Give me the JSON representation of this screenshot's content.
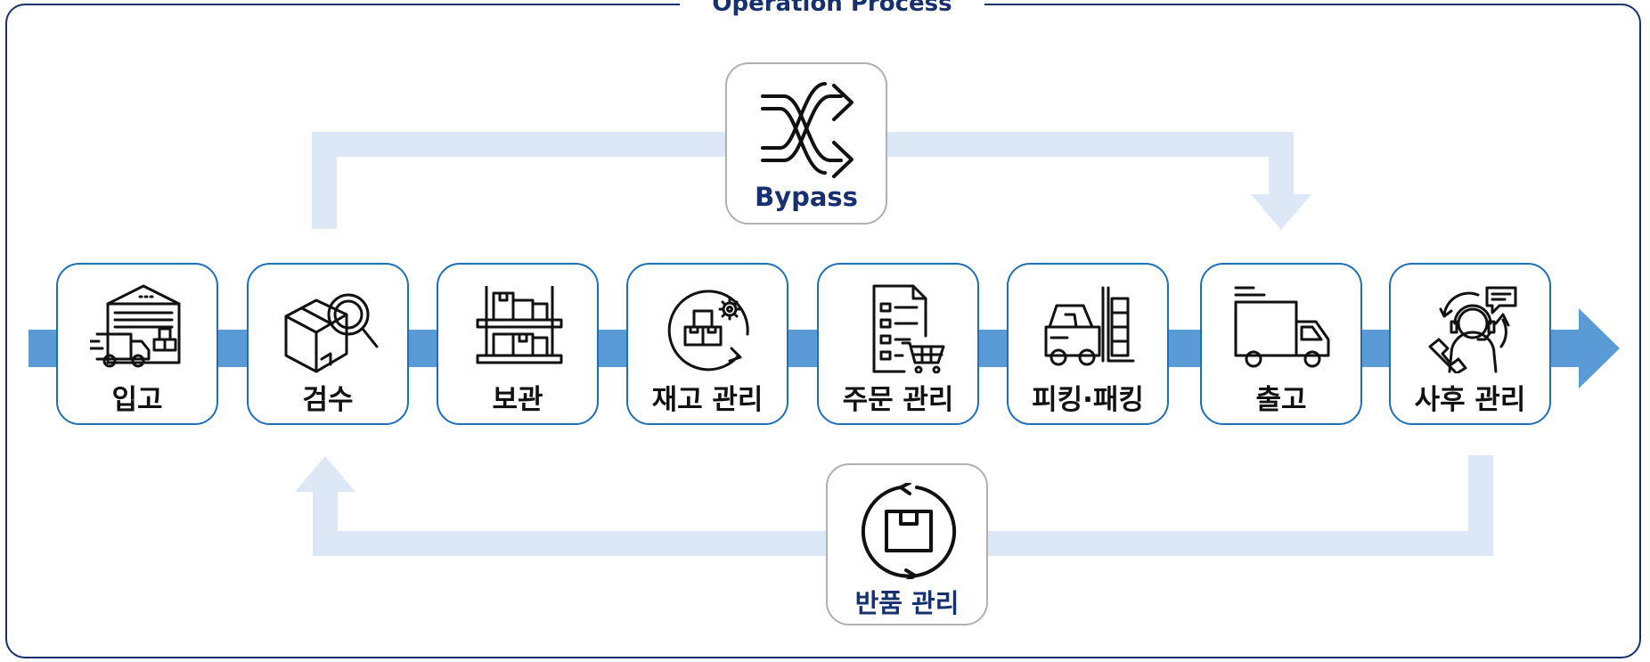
{
  "title": "Operation Process",
  "steps": [
    {
      "label": "입고",
      "icon": "warehouse-truck-icon"
    },
    {
      "label": "검수",
      "icon": "box-inspection-icon"
    },
    {
      "label": "보관",
      "icon": "storage-shelf-icon"
    },
    {
      "label": "재고 관리",
      "icon": "inventory-gear-icon"
    },
    {
      "label": "주문 관리",
      "icon": "order-list-cart-icon"
    },
    {
      "label": "피킹·패킹",
      "icon": "forklift-icon"
    },
    {
      "label": "출고",
      "icon": "delivery-truck-icon"
    },
    {
      "label": "사후 관리",
      "icon": "customer-support-icon"
    }
  ],
  "bypass": {
    "label": "Bypass",
    "icon": "shuffle-arrows-icon"
  },
  "returns": {
    "label": "반품 관리",
    "icon": "return-box-cycle-icon"
  },
  "colors": {
    "frame": "#17306e",
    "main_arrow": "#5b9bd5",
    "loop_arrow": "#dce8f5",
    "step_border": "#1f6fb8",
    "alt_border": "#b0b0b0"
  }
}
